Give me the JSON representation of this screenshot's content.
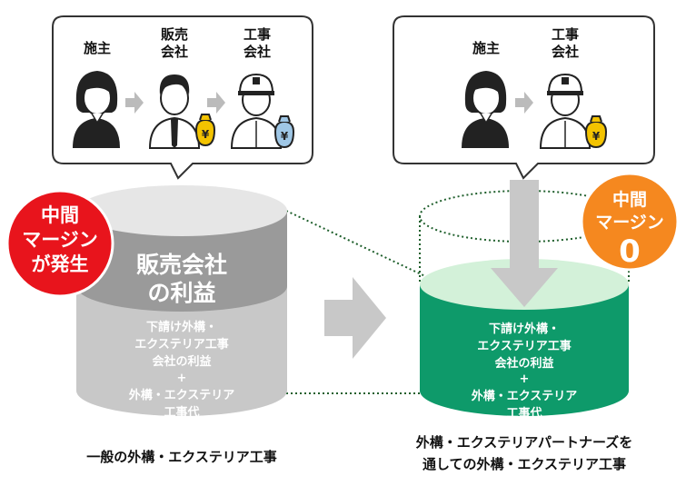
{
  "left_bubble": {
    "roles": [
      "施主",
      "販売",
      "会社",
      "工事",
      "会社"
    ]
  },
  "right_bubble": {
    "roles": [
      "施主",
      "工事",
      "会社"
    ]
  },
  "currency_symbol": "¥",
  "left_badge": {
    "lines": [
      "中間",
      "マージン",
      "が発生"
    ]
  },
  "right_badge": {
    "lines": [
      "中間",
      "マージン",
      "0"
    ]
  },
  "left_cylinder": {
    "top_label": [
      "販売会社",
      "の利益"
    ],
    "body_label": [
      "下請け外構・",
      "エクステリア工事",
      "会社の利益",
      "+",
      "外構・エクステリア",
      "工事代"
    ]
  },
  "right_cylinder": {
    "body_label": [
      "下請け外構・",
      "エクステリア工事",
      "会社の利益",
      "+",
      "外構・エクステリア",
      "工事代"
    ]
  },
  "left_caption": "一般の外構・エクステリア工事",
  "right_caption": [
    "外構・エクステリアパートナーズを",
    "通しての外構・エクステリア工事"
  ],
  "colors": {
    "gray_cylinder": "#c8c8c8",
    "gray_top": "#9a9a9a",
    "green_cylinder": "#0e9a6a",
    "green_light": "#d3f1d9",
    "red_badge": "#e8141c",
    "orange_badge": "#f5881f",
    "bag_yellow": "#f3c300",
    "bag_blue": "#9fc7e6"
  }
}
